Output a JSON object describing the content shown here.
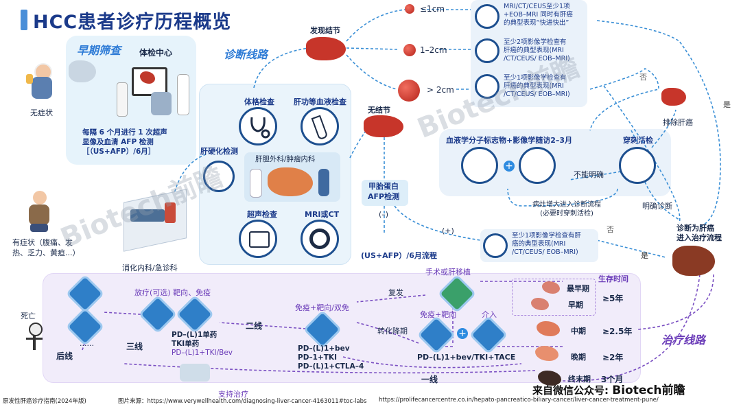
{
  "title": "HCC患者诊疗历程概览",
  "sections": {
    "screening": "早期筛查",
    "diagnosis": "诊断线路",
    "treatment": "治疗线路"
  },
  "screening": {
    "no_symptom": "无症状",
    "center": "体检中心",
    "note_line1": "每隔 6 个月进行 1 次超声",
    "note_line2": "显像及血清 AFP 检测",
    "note_line3": "［（US+AFP）/6月］",
    "symptom_line1": "有症状（腹痛、发",
    "symptom_line2": "热、乏力、黄疸...）",
    "dept": "消化内科/急诊科",
    "cirrhosis": "肝硬化检测"
  },
  "exams": {
    "physical": "体格检查",
    "liver_blood": "肝功等血液检查",
    "dept": "肝胆外科/肿瘤内科",
    "ultrasound": "超声检查",
    "mri_ct": "MRI或CT"
  },
  "nodules": {
    "found": "发现结节",
    "none": "无结节",
    "le1": "≤1cm",
    "mid": "1–2cm",
    "gt2": "> 2cm",
    "afp_line1": "甲胎蛋白",
    "afp_line2": "AFP检测",
    "neg": "(–)",
    "pos": "(+)",
    "us_afp": "(US+AFP）/6月流程"
  },
  "criteria": {
    "c1_l1": "MRI/CT/CEUS至少1项",
    "c1_l2": "+EOB–MRI 同时有肝癌",
    "c1_l3": "的典型表现“快进快出”",
    "c2_l1": "至少2项影像学检查有",
    "c2_l2": "肝癌的典型表现(MRI",
    "c2_l3": "/CT/CEUS/ EOB–MRI)",
    "c3_l1": "至少1项影像学检查有",
    "c3_l2": "肝癌的典型表现(MRI",
    "c3_l3": "/CT/CEUS/ EOB–MRI)",
    "c4_l1": "至少1项影像学检查有肝",
    "c4_l2": "癌的典型表现(MRI",
    "c4_l3": "/CT/CEUS/ EOB–MRI)"
  },
  "followup": {
    "title": "血液学分子标志物+影像学随访2–3月",
    "biopsy": "穿刺活检",
    "unclear": "不能明确",
    "enlarge_l1": "病灶增大进入诊断流程",
    "enlarge_l2": "(必要时穿刺活检)",
    "exclude": "排除肝癌",
    "confirmed": "明确诊断",
    "no": "否",
    "yes": "是",
    "enter_l1": "诊断为肝癌",
    "enter_l2": "进入治疗流程"
  },
  "treatment": {
    "survival_title": "生存时间",
    "stages": [
      {
        "stage": "最早期",
        "time": ""
      },
      {
        "stage": "早期",
        "time": "≥5年"
      },
      {
        "stage": "中期",
        "time": "≥2.5年"
      },
      {
        "stage": "晚期",
        "time": "≥2年"
      },
      {
        "stage": "终末期",
        "time": "3个月"
      }
    ],
    "surgery": "手术或肝移植",
    "relapse": "复发",
    "downstage": "转化降期",
    "immuno_target": "免疫+靶向",
    "intervene": "介入",
    "combo": "PD–(L)1+bev/TKI+TACE",
    "first_line": "一线",
    "second_line": "二线",
    "second_label": "免疫+靶向/双免",
    "second_regimens": [
      "PD–(L)1+bev",
      "PD–1+TKI",
      "PD–(L)1+CTLA–4"
    ],
    "third_line": "三线",
    "third_label": "放疗(可选) 靶向、免疫",
    "third_regimens": [
      "PD–(L)1单药",
      "TKI单药"
    ],
    "third_regimen_purple": "PD–(L)1+TKI/Bev",
    "later_line": "后线",
    "ellipsis": "......",
    "death": "死亡",
    "support": "支持治疗"
  },
  "footer": {
    "source_left": "原发性肝癌诊疗指南(2024年版)",
    "img_source": "图片来源：https://www.verywellhealth.com/diagnosing-liver-cancer-4163011#toc-labs",
    "url2": "https://prolifecancercentre.co.in/hepato-pancreatico-biliary-cancer/liver-cancer-treatment-pune/",
    "wechat_prefix": "来自微信公众号:",
    "wechat_brand": "Biotech",
    "wechat_cn": "前瞻"
  },
  "watermarks": [
    "Biotech前瞻",
    "Biotech前瞻"
  ],
  "colors": {
    "accent": "#2e7bd6",
    "navy": "#1b3a8a",
    "purple": "#6a3bb8",
    "liver": "#c0392b"
  }
}
